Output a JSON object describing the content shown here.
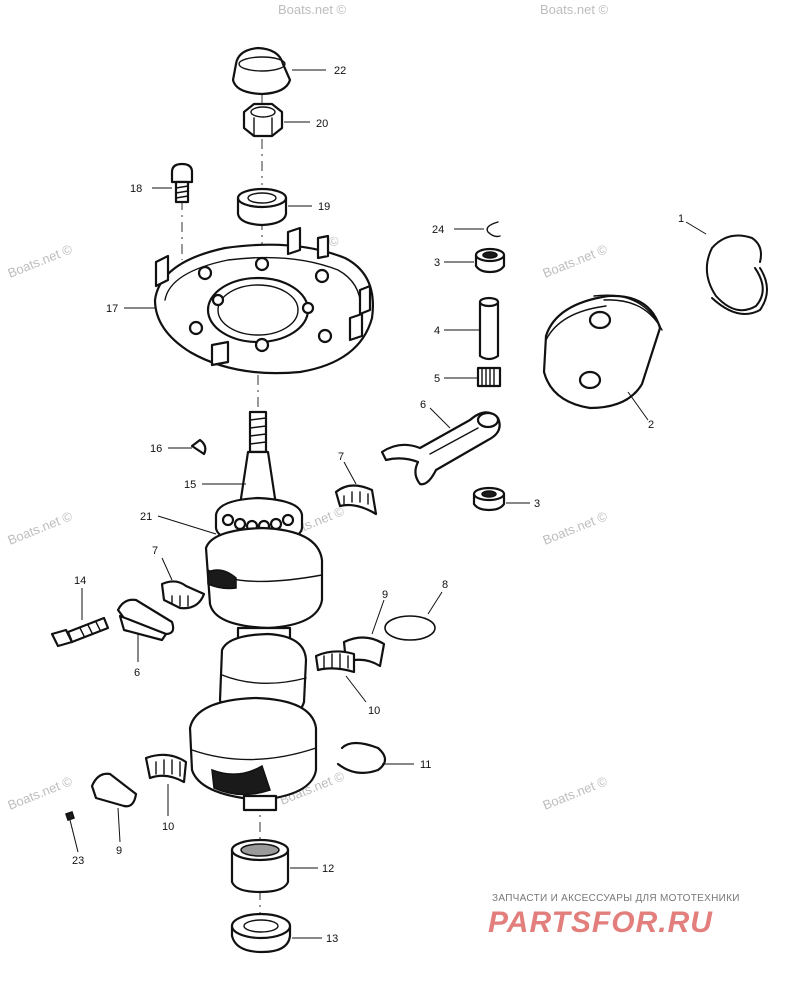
{
  "callouts": [
    {
      "id": "c22",
      "label": "22"
    },
    {
      "id": "c20",
      "label": "20"
    },
    {
      "id": "c18",
      "label": "18"
    },
    {
      "id": "c19",
      "label": "19"
    },
    {
      "id": "c24",
      "label": "24"
    },
    {
      "id": "c1",
      "label": "1"
    },
    {
      "id": "c3a",
      "label": "3"
    },
    {
      "id": "c17",
      "label": "17"
    },
    {
      "id": "c4",
      "label": "4"
    },
    {
      "id": "c5",
      "label": "5"
    },
    {
      "id": "c2",
      "label": "2"
    },
    {
      "id": "c6a",
      "label": "6"
    },
    {
      "id": "c16",
      "label": "16"
    },
    {
      "id": "c15",
      "label": "15"
    },
    {
      "id": "c7a",
      "label": "7"
    },
    {
      "id": "c3b",
      "label": "3"
    },
    {
      "id": "c21",
      "label": "21"
    },
    {
      "id": "c7b",
      "label": "7"
    },
    {
      "id": "c14",
      "label": "14"
    },
    {
      "id": "c8",
      "label": "8"
    },
    {
      "id": "c9a",
      "label": "9"
    },
    {
      "id": "c6b",
      "label": "6"
    },
    {
      "id": "c10a",
      "label": "10"
    },
    {
      "id": "c11",
      "label": "11"
    },
    {
      "id": "c23",
      "label": "23"
    },
    {
      "id": "c9b",
      "label": "9"
    },
    {
      "id": "c10b",
      "label": "10"
    },
    {
      "id": "c12",
      "label": "12"
    },
    {
      "id": "c13",
      "label": "13"
    }
  ],
  "watermark": "Boats.net ©",
  "branding": {
    "tagline": "ЗАПЧАСТИ И АКСЕССУАРЫ ДЛЯ МОТОТЕХНИКИ",
    "logo": "PARTSFOR.RU"
  }
}
